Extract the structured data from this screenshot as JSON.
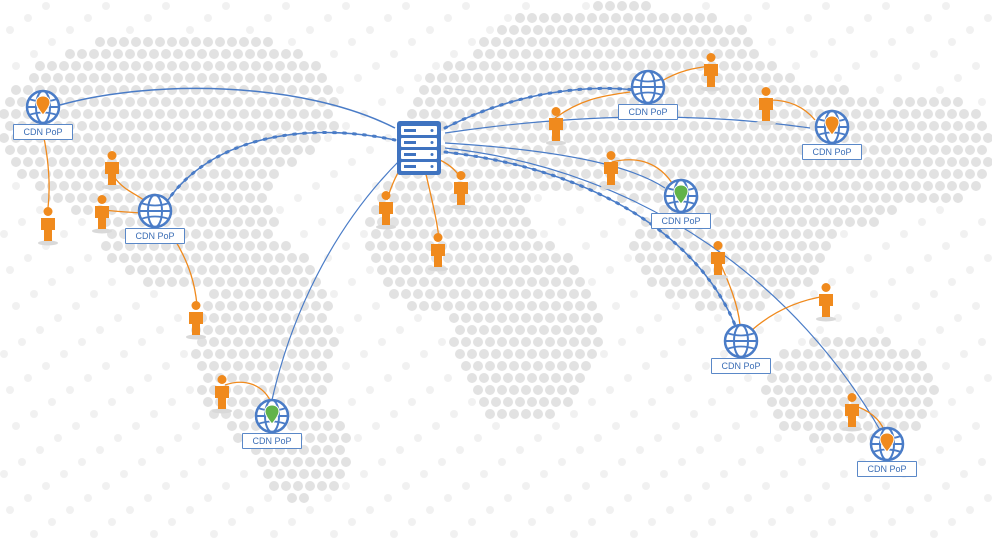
{
  "colors": {
    "link": "#4a7cc7",
    "link_light": "#6f9ad8",
    "user_link": "#f08a1d",
    "user": "#f08a1d",
    "pin_orange": "#f08a1d",
    "pin_green": "#62b34a",
    "map_dot": "#e4e4e4"
  },
  "icons": {
    "server": "server-icon",
    "pop": "globe-icon",
    "user": "user-icon"
  },
  "pops": [
    {
      "id": "pop-1",
      "label": "CDN PoP",
      "pin": "orange"
    },
    {
      "id": "pop-2",
      "label": "CDN PoP",
      "pin": "none"
    },
    {
      "id": "pop-3",
      "label": "CDN PoP",
      "pin": "green"
    },
    {
      "id": "pop-4",
      "label": "CDN PoP",
      "pin": "none"
    },
    {
      "id": "pop-5",
      "label": "CDN PoP",
      "pin": "orange"
    },
    {
      "id": "pop-6",
      "label": "CDN PoP",
      "pin": "green"
    },
    {
      "id": "pop-7",
      "label": "CDN PoP",
      "pin": "none"
    },
    {
      "id": "pop-8",
      "label": "CDN PoP",
      "pin": "orange"
    }
  ]
}
